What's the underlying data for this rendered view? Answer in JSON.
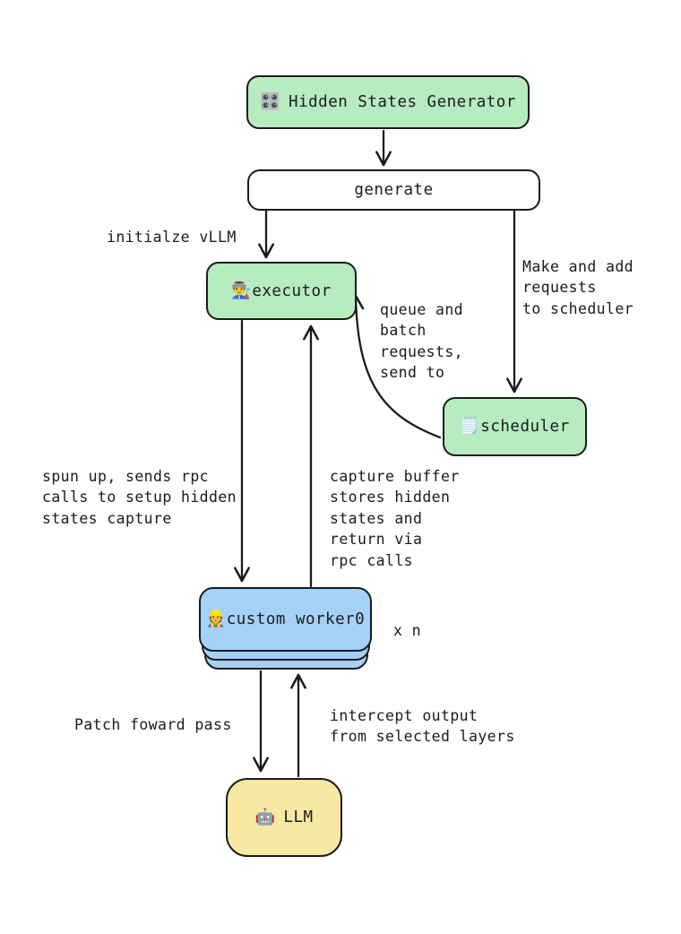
{
  "diagram": {
    "title_hint": "vLLM hidden states capture flow",
    "nodes": {
      "generator": {
        "icon": "🎛️",
        "label": "Hidden States Generator"
      },
      "generate": {
        "label": "generate"
      },
      "executor": {
        "icon": "👨‍🏭",
        "label": "executor"
      },
      "scheduler": {
        "icon": "🗒️",
        "label": "scheduler"
      },
      "worker": {
        "icon": "👷",
        "label": "custom worker0"
      },
      "llm": {
        "icon": "🤖",
        "label": "LLM"
      }
    },
    "annotations": {
      "initialize_vllm": "initialze vLLM",
      "make_requests": "Make and add\nrequests\nto scheduler",
      "queue_batch": "queue and\nbatch\nrequests,\nsend to",
      "spun_up": "spun up, sends rpc\ncalls to setup hidden\nstates capture",
      "capture_buffer": "capture buffer\nstores hidden\nstates and\nreturn via\nrpc calls",
      "times_n": "x n",
      "patch_forward": "Patch foward pass",
      "intercept": "intercept output\nfrom selected layers"
    },
    "colors": {
      "green": "#b7ebc0",
      "blue": "#a5d1f7",
      "yellow": "#f7e8a3",
      "white": "#ffffff",
      "stroke": "#1b1b1b"
    }
  }
}
